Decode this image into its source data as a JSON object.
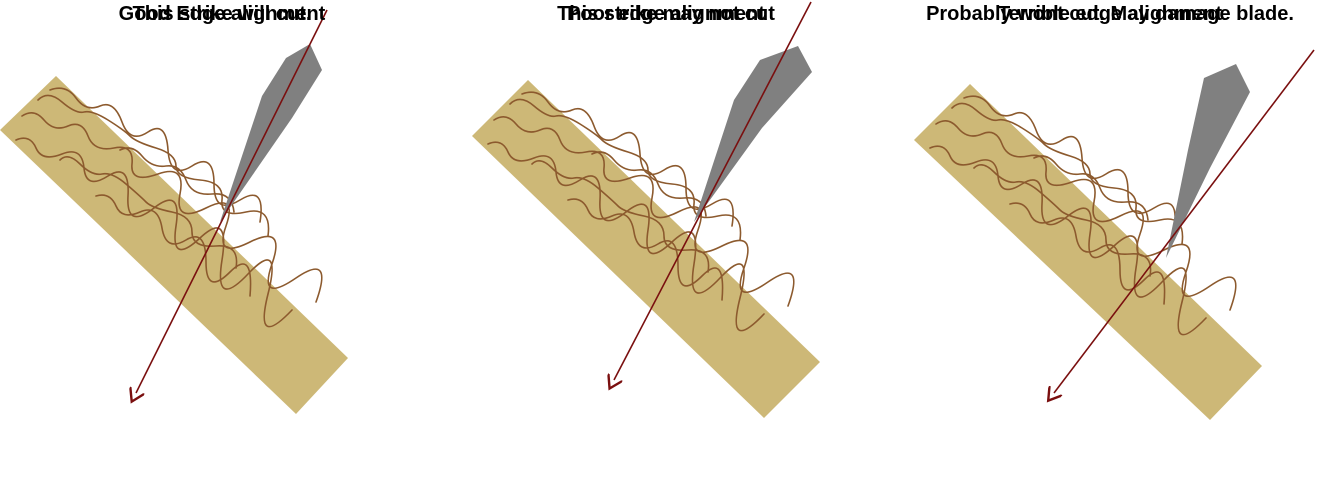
{
  "colors": {
    "wood": "#cdb877",
    "grain": "#8c5a2e",
    "blade": "#808080",
    "trajectory": "#7a0f0f"
  },
  "panels": [
    {
      "caption_line1": "Good Edge alignment",
      "caption_line2": "This strike will cut."
    },
    {
      "caption_line1": "Poor edge alignment",
      "caption_line2": "This strike may not cut"
    },
    {
      "caption_line1": "Terrible edge alignment",
      "caption_line2": "Probably wont cut. May damage blade."
    }
  ]
}
